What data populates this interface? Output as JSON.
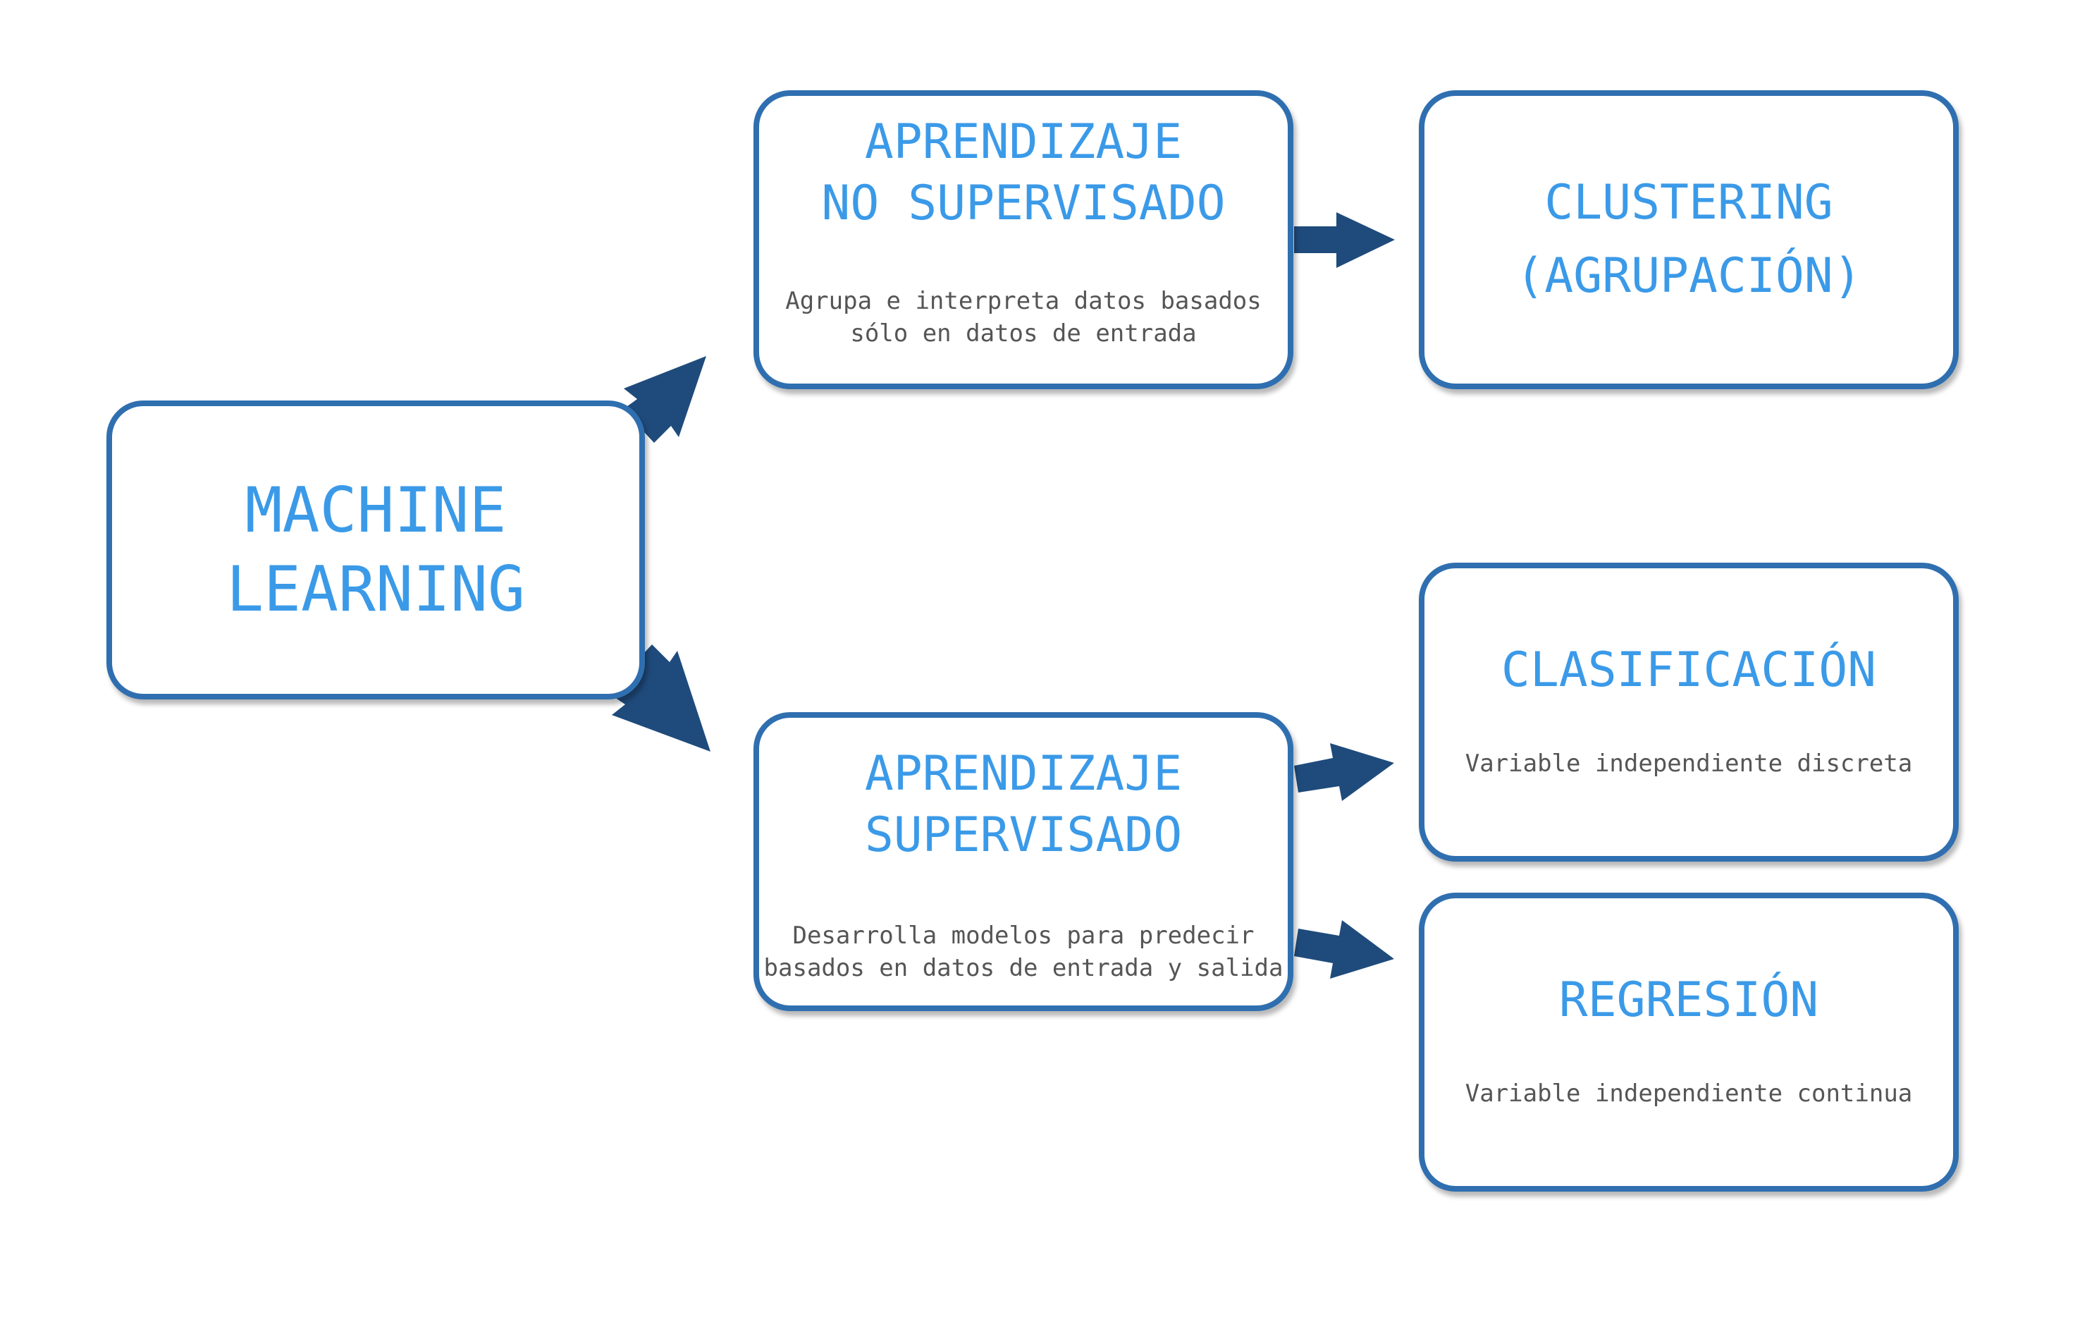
{
  "nodes": {
    "machine_learning": {
      "title_lines": [
        "MACHINE",
        "LEARNING"
      ]
    },
    "unsupervised": {
      "title_lines": [
        "APRENDIZAJE",
        "NO SUPERVISADO"
      ],
      "desc_lines": [
        "Agrupa e interpreta datos basados",
        "sólo en datos de entrada"
      ]
    },
    "supervised": {
      "title_lines": [
        "APRENDIZAJE",
        "SUPERVISADO"
      ],
      "desc_lines": [
        "Desarrolla modelos para predecir",
        "basados en datos de entrada y salida"
      ]
    },
    "clustering": {
      "title_lines": [
        "CLUSTERING",
        "(AGRUPACIÓN)"
      ]
    },
    "classification": {
      "title_lines": [
        "CLASIFICACIÓN"
      ],
      "desc_lines": [
        "Variable independiente discreta"
      ]
    },
    "regression": {
      "title_lines": [
        "REGRESIÓN"
      ],
      "desc_lines": [
        "Variable independiente continua"
      ]
    }
  },
  "edges": [
    {
      "from": "machine_learning",
      "to": "unsupervised"
    },
    {
      "from": "machine_learning",
      "to": "supervised"
    },
    {
      "from": "unsupervised",
      "to": "clustering"
    },
    {
      "from": "supervised",
      "to": "classification"
    },
    {
      "from": "supervised",
      "to": "regression"
    }
  ],
  "colors": {
    "node_border": "#2f6fb0",
    "title_text": "#3b9ae8",
    "desc_text": "#555555",
    "arrow": "#1f4b7c",
    "background": "#ffffff"
  }
}
